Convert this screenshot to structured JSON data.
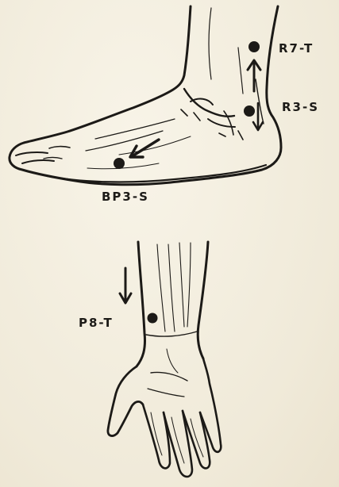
{
  "labels": {
    "r7": "R7-T",
    "r3": "R3-S",
    "bp3": "BP3-S",
    "p8": "P8-T"
  },
  "colors": {
    "ink": "#1c1a17",
    "paper": "#f3eee0"
  }
}
